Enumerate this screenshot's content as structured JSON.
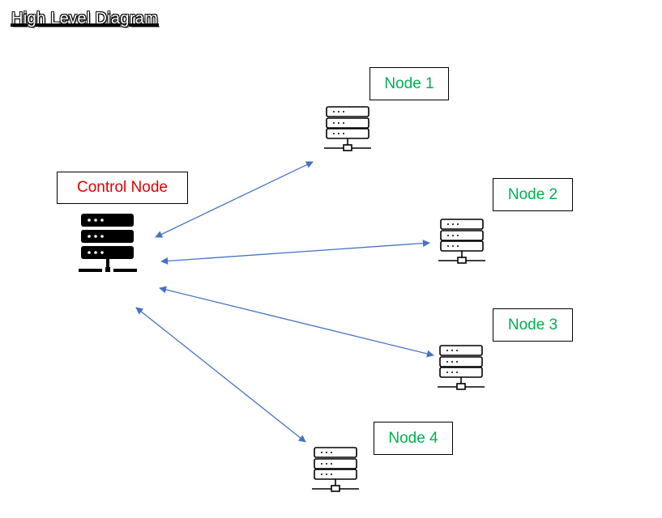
{
  "title": "High Level Diagram",
  "control_node": {
    "label": "Control Node",
    "color": "#e00000",
    "icon": "server-icon"
  },
  "nodes": [
    {
      "label": "Node 1",
      "color": "#00b050",
      "icon": "server-icon"
    },
    {
      "label": "Node 2",
      "color": "#00b050",
      "icon": "server-icon"
    },
    {
      "label": "Node 3",
      "color": "#00b050",
      "icon": "server-icon"
    },
    {
      "label": "Node 4",
      "color": "#00b050",
      "icon": "server-icon"
    }
  ],
  "connections": [
    {
      "from": "Control Node",
      "to": "Node 1",
      "direction": "bidirectional"
    },
    {
      "from": "Control Node",
      "to": "Node 2",
      "direction": "bidirectional"
    },
    {
      "from": "Control Node",
      "to": "Node 3",
      "direction": "bidirectional"
    },
    {
      "from": "Control Node",
      "to": "Node 4",
      "direction": "bidirectional"
    }
  ],
  "connector_color": "#4472c4"
}
